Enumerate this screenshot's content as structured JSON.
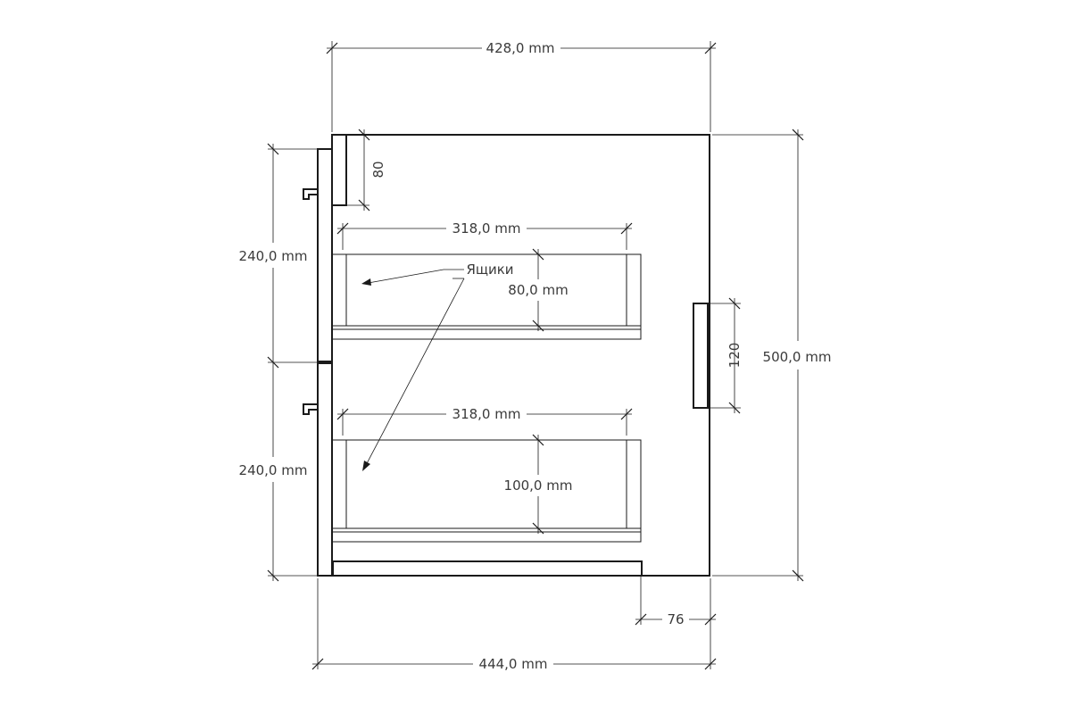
{
  "colors": {
    "line": "#1a1a1a",
    "text": "#3a3a3a",
    "background": "#ffffff"
  },
  "dimensions": {
    "top_width": "428,0 mm",
    "bottom_width": "444,0 mm",
    "height": "500,0 mm",
    "drawer_front_upper": "240,0 mm",
    "drawer_front_lower": "240,0 mm",
    "top_rail": "80",
    "handle": "120",
    "bottom_offset": "76",
    "drawer1_width": "318,0 mm",
    "drawer2_width": "318,0 mm",
    "drawer1_height": "80,0 mm",
    "drawer2_height": "100,0 mm"
  },
  "annotations": {
    "drawers": "Ящики"
  }
}
